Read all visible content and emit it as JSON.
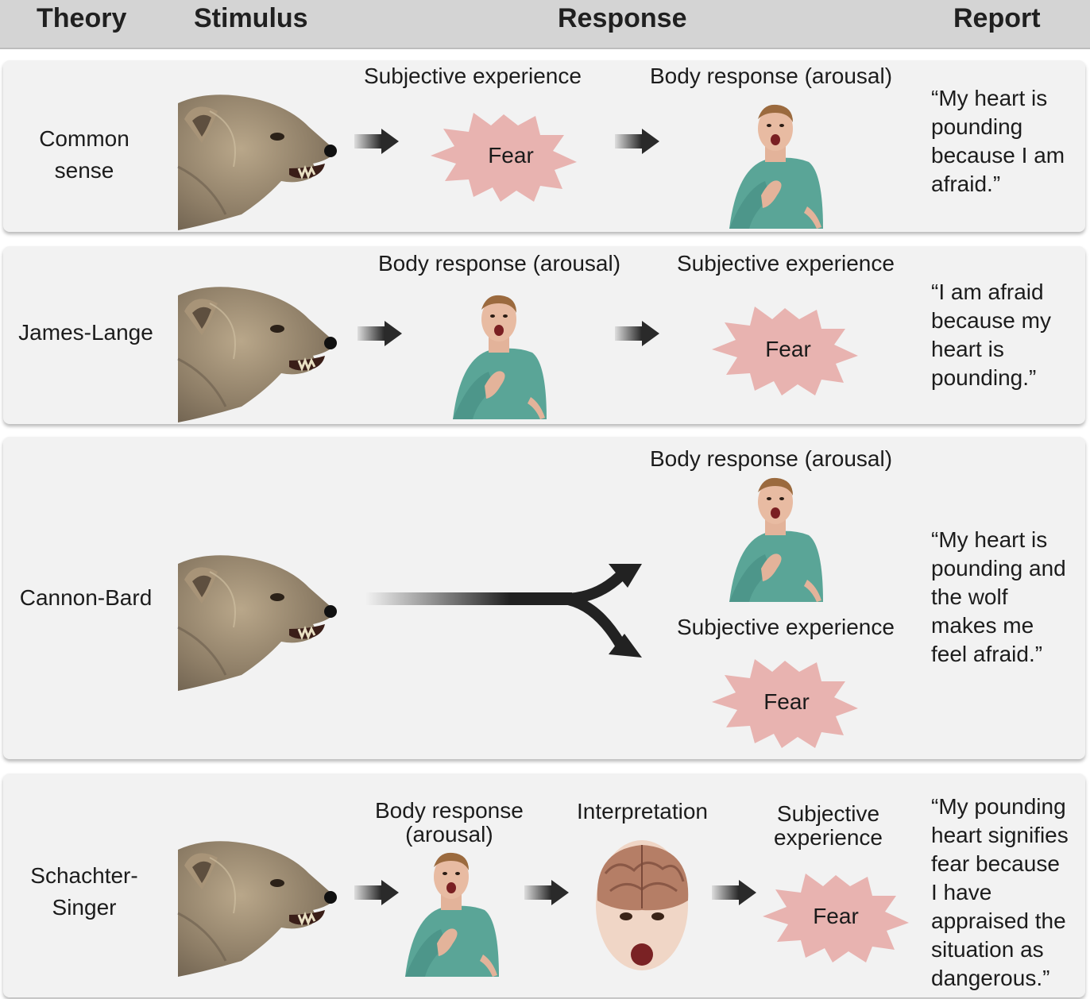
{
  "header": {
    "theory": "Theory",
    "stimulus": "Stimulus",
    "response": "Response",
    "report": "Report"
  },
  "fear_label": "Fear",
  "rows": [
    {
      "theory_lines": [
        "Common",
        "sense"
      ],
      "label_1": "Subjective experience",
      "label_2": "Body response (arousal)",
      "report_lines": [
        "“My heart is",
        "pounding",
        "because I am",
        "afraid.”"
      ]
    },
    {
      "theory_lines": [
        "James-Lange"
      ],
      "label_1": "Body response (arousal)",
      "label_2": "Subjective experience",
      "report_lines": [
        "“I am afraid",
        "because my",
        "heart is",
        "pounding.”"
      ]
    },
    {
      "theory_lines": [
        "Cannon-Bard"
      ],
      "label_1": "Body response (arousal)",
      "label_2": "Subjective experience",
      "report_lines": [
        "“My heart is",
        "pounding and",
        "the wolf",
        "makes me",
        "feel afraid.”"
      ]
    },
    {
      "theory_lines": [
        "Schachter-",
        "Singer"
      ],
      "label_1_lines": [
        "Body response",
        "(arousal)"
      ],
      "label_2": "Interpretation",
      "label_3_lines": [
        "Subjective",
        "experience"
      ],
      "report_lines": [
        "“My pounding",
        "heart signifies",
        "fear because",
        "I have",
        "appraised the",
        "situation as",
        "dangerous.”"
      ]
    }
  ]
}
